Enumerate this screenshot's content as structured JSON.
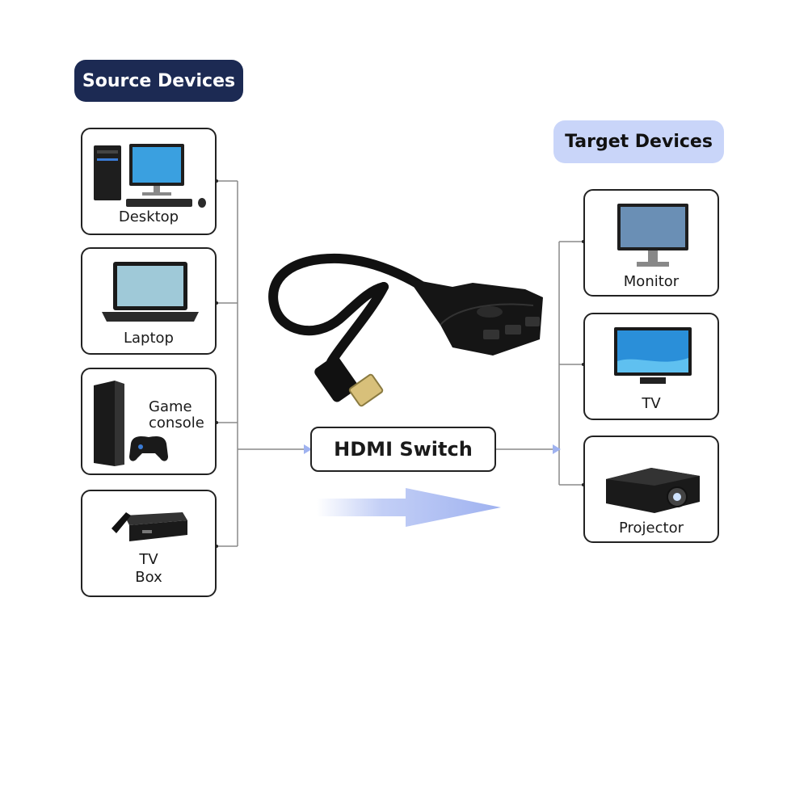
{
  "source_title": "Source Devices",
  "target_title": "Target Devices",
  "hub_label": "HDMI Switch",
  "sources": [
    {
      "label": "Desktop",
      "icon": "desktop-computer-icon"
    },
    {
      "label": "Laptop",
      "icon": "laptop-icon"
    },
    {
      "label": "Game console",
      "label_lines": [
        "Game",
        "console"
      ],
      "icon": "game-console-icon"
    },
    {
      "label": "TV Box",
      "label_lines": [
        "TV",
        "Box"
      ],
      "icon": "tv-box-icon"
    }
  ],
  "targets": [
    {
      "label": "Monitor",
      "icon": "monitor-icon"
    },
    {
      "label": "TV",
      "icon": "tv-icon"
    },
    {
      "label": "Projector",
      "icon": "projector-icon"
    }
  ],
  "colors": {
    "source_pill": "#1c2a53",
    "target_pill": "#c9d5f9",
    "connector": "#8a8a8a",
    "arrow": "#a9b9f2"
  }
}
